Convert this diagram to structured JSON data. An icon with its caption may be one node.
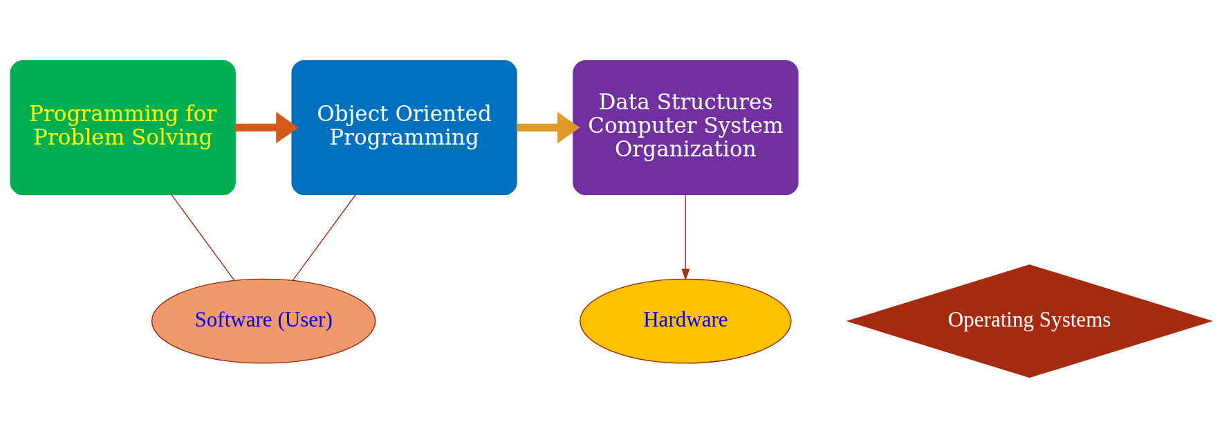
{
  "diagram": {
    "nodes": [
      {
        "text": [
          "Programming for Problem Solving"
        ]
      },
      {
        "text": [
          "Object Oriented Programming"
        ]
      },
      {
        "text": [
          "Data Structures",
          "Computer System Organization"
        ]
      },
      {
        "text": [
          "Software (User)"
        ]
      },
      {
        "text": [
          "Operating Systems"
        ]
      },
      {
        "text": [
          "Hardware"
        ]
      }
    ],
    "edges": [
      {
        "from": 0,
        "to": 1,
        "arrow": "to",
        "style": "thick",
        "color": "#d55a1a"
      },
      {
        "from": 1,
        "to": 2,
        "arrow": "to",
        "style": "thick",
        "color": "#e09a28"
      },
      {
        "from": 0,
        "to": 3,
        "arrow": "none"
      },
      {
        "from": 1,
        "to": 3,
        "arrow": "none"
      },
      {
        "from": 2,
        "to": 5,
        "arrow": "to"
      }
    ]
  }
}
